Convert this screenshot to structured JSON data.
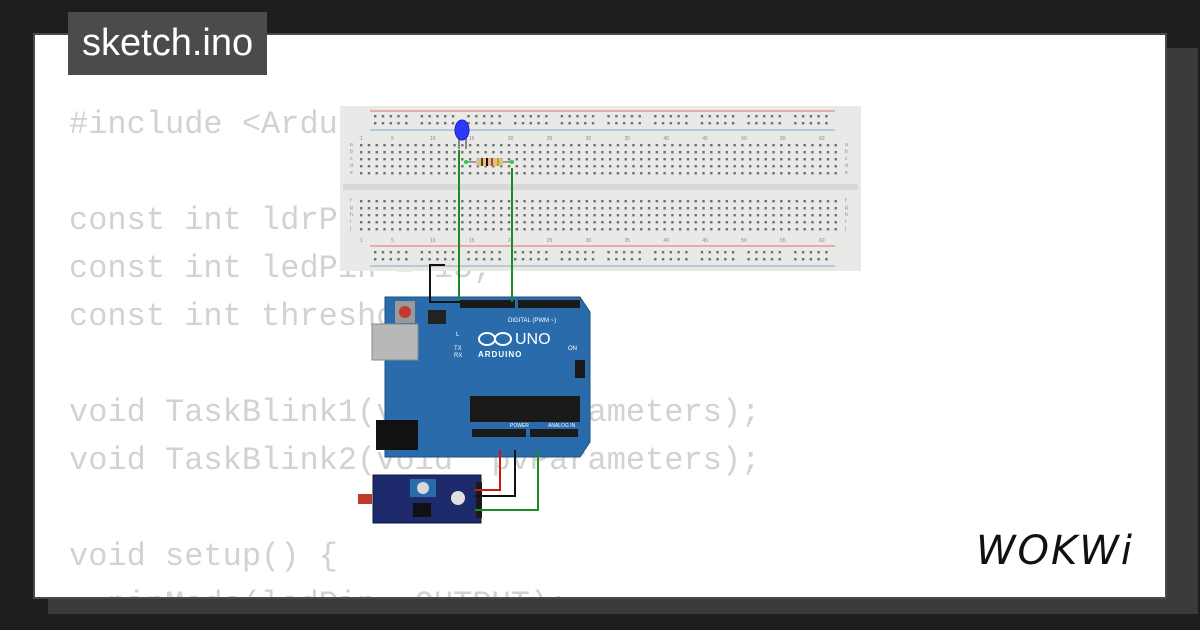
{
  "tab": {
    "title": "sketch.ino"
  },
  "code_lines": [
    "#include <Arduino_FreeRTOS.h>",
    "",
    "const int ldrPin = A0;",
    "const int ledPin = 13;",
    "const int threshold = 500;",
    "",
    "void TaskBlink1(void *pvParameters);",
    "void TaskBlink2(void *pvParameters);",
    "",
    "void setup() {",
    "  pinMode(ledPin, OUTPUT);"
  ],
  "arduino": {
    "brand": "ARDUINO",
    "model": "UNO",
    "digital_label": "DIGITAL (PWM ~)",
    "power_label": "POWER",
    "analog_label": "ANALOG IN",
    "tx": "TX",
    "rx": "RX",
    "l": "L",
    "on": "ON"
  },
  "breadboard": {
    "col_labels": [
      "1",
      "5",
      "10",
      "15",
      "20",
      "25",
      "30",
      "35",
      "40",
      "45",
      "50",
      "55",
      "60"
    ],
    "row_labels_top": [
      "a",
      "b",
      "c",
      "d",
      "e"
    ],
    "row_labels_bottom": [
      "f",
      "g",
      "h",
      "i",
      "j"
    ]
  },
  "logo": {
    "text": "WOKWi"
  },
  "colors": {
    "board_blue": "#2a6bab",
    "wire_green": "#1f8a1f",
    "wire_black": "#111111",
    "wire_red": "#d01515",
    "led_blue": "#2a3aff"
  }
}
